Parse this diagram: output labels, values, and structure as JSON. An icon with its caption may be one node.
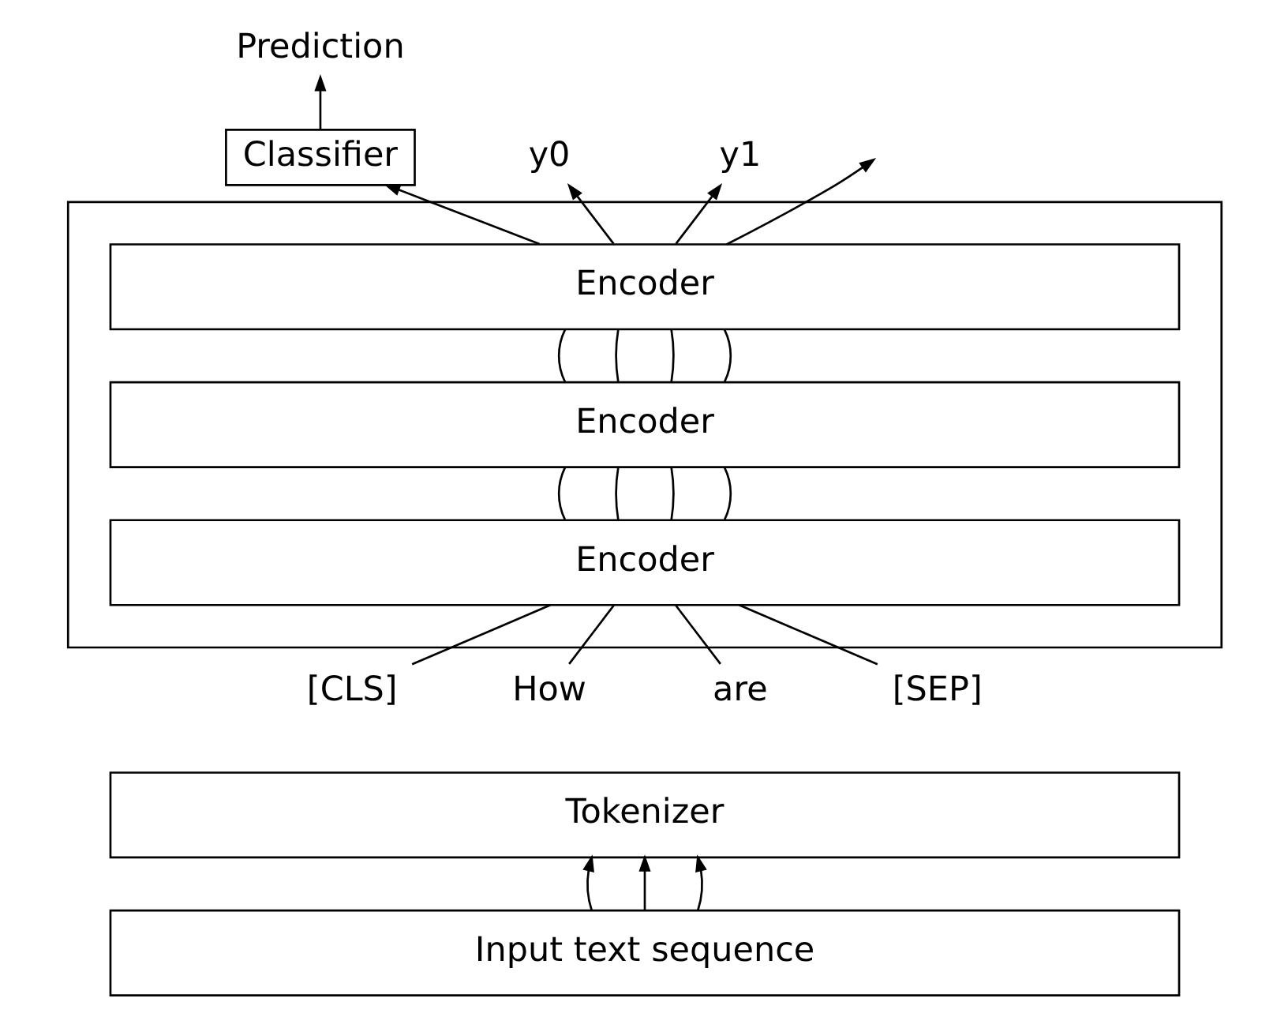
{
  "diagram": {
    "nodes": [
      {
        "text": [
          "Prediction"
        ]
      },
      {
        "text": [
          "Classifier"
        ]
      },
      {
        "text": [
          "y0"
        ]
      },
      {
        "text": [
          "y1"
        ]
      },
      {
        "text": [],
        "shape": "box"
      },
      {
        "text": [
          "Encoder"
        ],
        "in": 4
      },
      {
        "text": [
          "Encoder"
        ],
        "in": 4
      },
      {
        "text": [
          "Encoder"
        ],
        "in": 4
      },
      {
        "text": [
          "[CLS]"
        ]
      },
      {
        "text": [
          "How"
        ]
      },
      {
        "text": [
          "are"
        ]
      },
      {
        "text": [
          "[SEP]"
        ]
      },
      {
        "text": [
          "Tokenizer"
        ]
      },
      {
        "text": [
          "Input text sequence"
        ]
      }
    ],
    "edges": [
      {
        "from": 1,
        "to": 0,
        "arrow": "to"
      },
      {
        "from": 5,
        "to": 1,
        "arrow": "to"
      },
      {
        "from": 5,
        "to": 2,
        "arrow": "to"
      },
      {
        "from": 5,
        "to": 3,
        "arrow": "to"
      },
      {
        "from": 5,
        "to": null,
        "arrow": "to"
      },
      {
        "from": 6,
        "to": 5,
        "arrow": "none"
      },
      {
        "from": 6,
        "to": 5,
        "arrow": "none"
      },
      {
        "from": 6,
        "to": 5,
        "arrow": "none"
      },
      {
        "from": 6,
        "to": 5,
        "arrow": "none"
      },
      {
        "from": 7,
        "to": 6,
        "arrow": "none"
      },
      {
        "from": 7,
        "to": 6,
        "arrow": "none"
      },
      {
        "from": 7,
        "to": 6,
        "arrow": "none"
      },
      {
        "from": 7,
        "to": 6,
        "arrow": "none"
      },
      {
        "from": 8,
        "to": 7,
        "arrow": "none"
      },
      {
        "from": 9,
        "to": 7,
        "arrow": "none"
      },
      {
        "from": 10,
        "to": 7,
        "arrow": "none"
      },
      {
        "from": 11,
        "to": 7,
        "arrow": "none"
      },
      {
        "from": 13,
        "to": 12,
        "arrow": "to"
      },
      {
        "from": 13,
        "to": 12,
        "arrow": "to"
      },
      {
        "from": 13,
        "to": 12,
        "arrow": "to"
      }
    ]
  }
}
